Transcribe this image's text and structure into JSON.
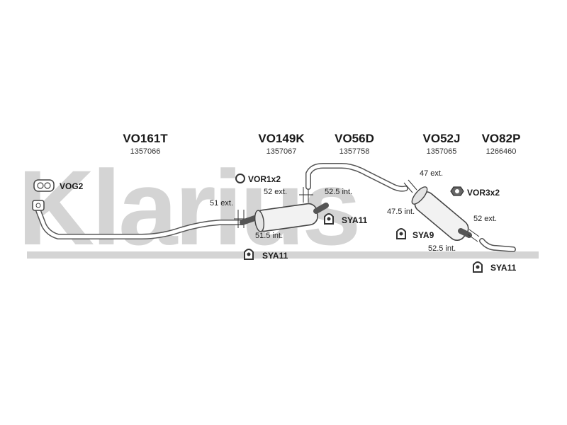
{
  "watermark": "Klarius",
  "parts": [
    {
      "code": "VO161T",
      "number": "1357066"
    },
    {
      "code": "VO149K",
      "number": "1357067"
    },
    {
      "code": "VO56D",
      "number": "1357758"
    },
    {
      "code": "VO52J",
      "number": "1357065"
    },
    {
      "code": "VO82P",
      "number": "1266460"
    }
  ],
  "accessories": {
    "vog2": "VOG2",
    "vor1x2": "VOR1x2",
    "vor3x2": "VOR3x2",
    "sya11_a": "SYA11",
    "sya11_b": "SYA11",
    "sya9": "SYA9",
    "sya11_c": "SYA11"
  },
  "joints": {
    "j1": "51 ext.",
    "j2": "52 ext.",
    "j3": "52.5 int.",
    "j4": "51.5 int.",
    "j5": "47 ext.",
    "j6": "47.5 int.",
    "j7": "52 ext.",
    "j8": "52.5 int."
  }
}
